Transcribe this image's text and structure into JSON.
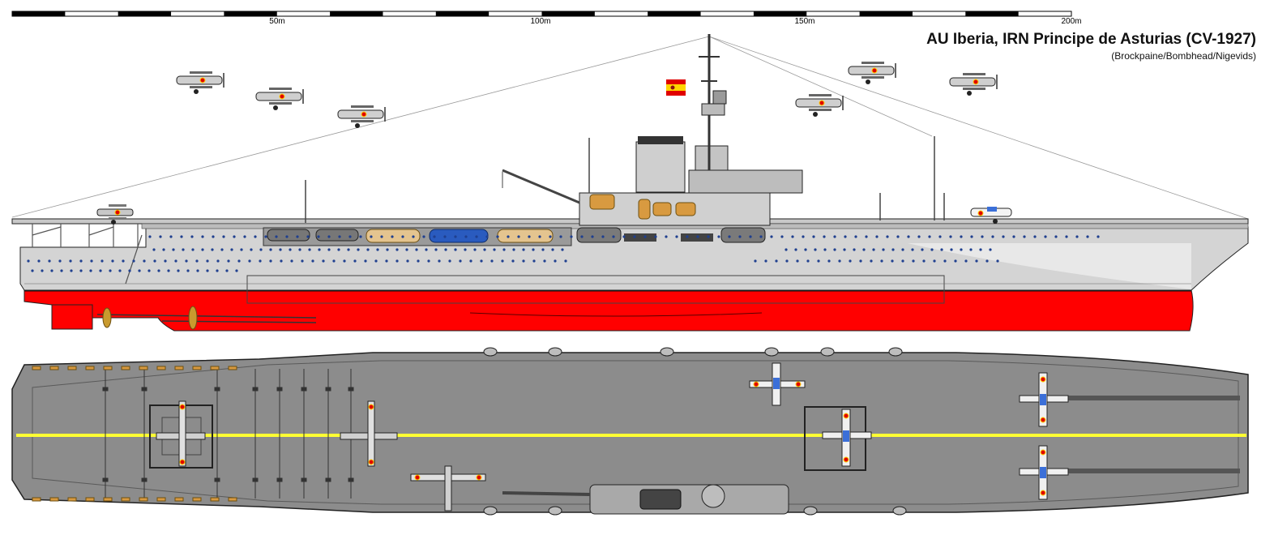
{
  "title": "AU Iberia, IRN Principe de Asturias (CV-1927)",
  "credit": "(Brockpaine/Bombhead/Nigevids)",
  "scale": {
    "labels": [
      "50m",
      "100m",
      "150m",
      "200m"
    ]
  },
  "colors": {
    "hull_upper": "#d4d4d4",
    "hull_lower_red": "#ff0000",
    "deck_gray": "#8c8c8c",
    "deck_centerline": "#ffff33",
    "portholes": "#1f3f8f",
    "boats_orange": "#d89a40",
    "flag_red": "#e00000",
    "flag_yellow": "#ffd400"
  },
  "icons": {
    "aircraft": "biplane-icon",
    "flag": "spanish-flag-icon"
  }
}
